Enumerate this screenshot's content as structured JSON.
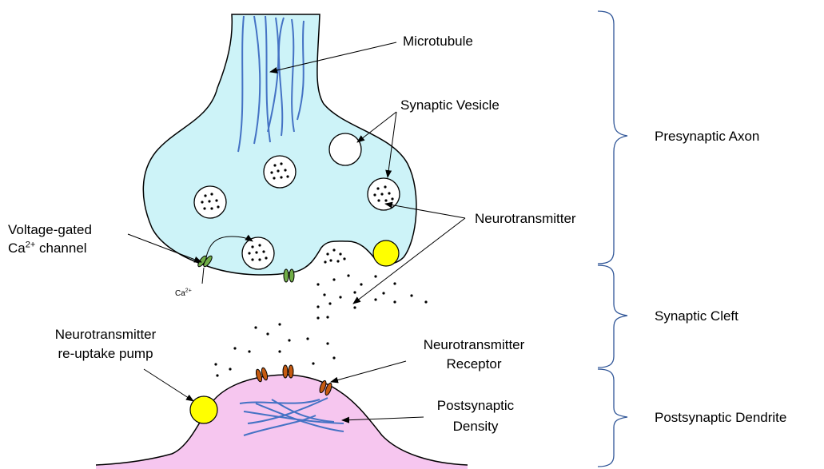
{
  "labels": {
    "microtubule": "Microtubule",
    "synaptic_vesicle": "Synaptic Vesicle",
    "neurotransmitter": "Neurotransmitter",
    "vgcc_line1": "Voltage-gated",
    "vgcc_line2_pre": "Ca",
    "vgcc_line2_sup": "2+",
    "vgcc_line2_post": " channel",
    "ca_ion": "Ca",
    "ca_ion_sup": "2+",
    "reuptake_line1": "Neurotransmitter",
    "reuptake_line2": "re-uptake pump",
    "receptor_line1": "Neurotransmitter",
    "receptor_line2": "Receptor",
    "density_line1": "Postsynaptic",
    "density_line2": "Density"
  },
  "regions": {
    "presynaptic": "Presynaptic Axon",
    "cleft": "Synaptic Cleft",
    "postsynaptic": "Postsynaptic Dendrite"
  },
  "colors": {
    "axon_fill": "#cdf3f8",
    "dendrite_fill": "#f6c6ef",
    "filament": "#4472c4",
    "pump": "#ffff00",
    "channel": "#70ad47",
    "receptor": "#c55a11",
    "brace": "#2f5597"
  }
}
